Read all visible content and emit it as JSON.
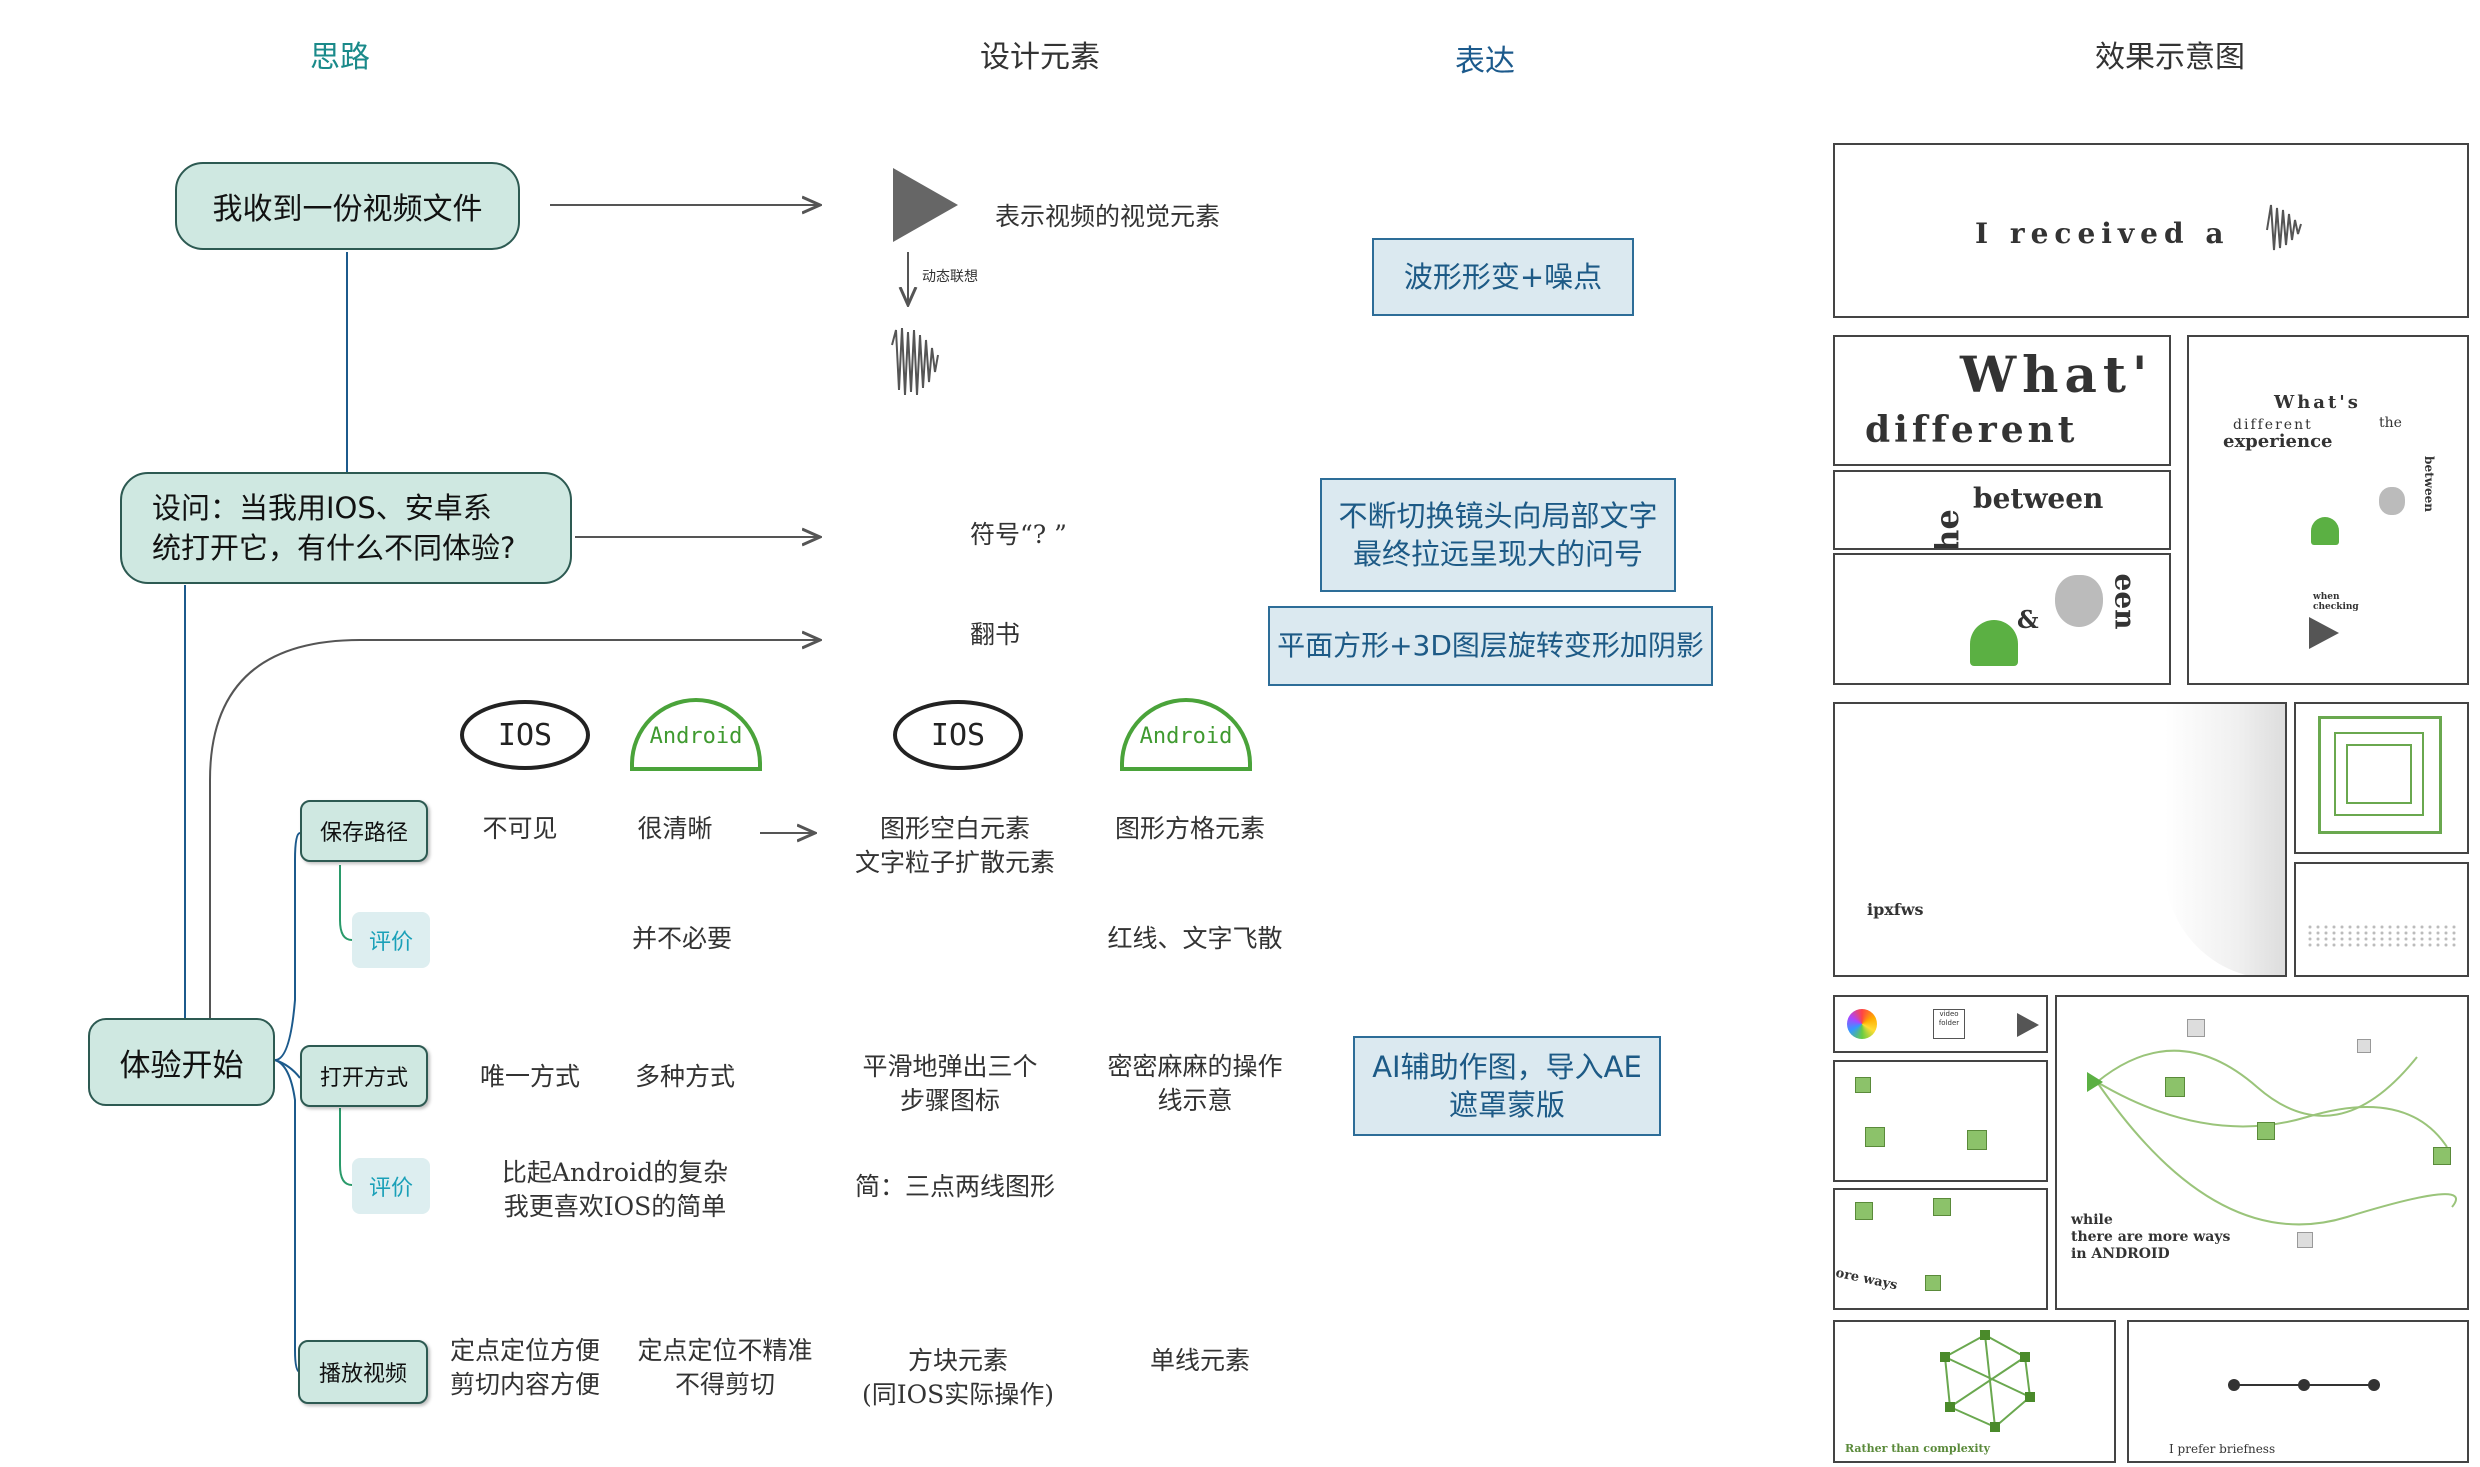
{
  "headers": {
    "silu": "思路",
    "design": "设计元素",
    "express": "表达",
    "effect": "效果示意图"
  },
  "nodes": {
    "received": "我收到一份视频文件",
    "question": "设问：当我用IOS、安卓系\n统打开它，有什么不同体验?",
    "start": "体验开始",
    "save_path": "保存路径",
    "open_way": "打开方式",
    "play": "播放视频",
    "eval1": "评价",
    "eval2": "评价"
  },
  "design": {
    "visual": "表示视频的视觉元素",
    "dynamic": "动态联想",
    "symbol": "符号“? ”",
    "flip": "翻书"
  },
  "labels": {
    "ios": "IOS",
    "android": "Android"
  },
  "grid": {
    "r1_ios": "不可见",
    "r1_android": "很清晰",
    "r1_ios_design": "图形空白元素\n文字粒子扩散元素",
    "r1_android_design": "图形方格元素",
    "r2_android": "并不必要",
    "r2_android_design": "红线、文字飞散",
    "r3_ios": "唯一方式",
    "r3_android": "多种方式",
    "r3_ios_design": "平滑地弹出三个\n步骤图标",
    "r3_android_design": "密密麻麻的操作\n线示意",
    "r4_text": "比起Android的复杂\n我更喜欢IOS的简单",
    "r4_design": "简：三点两线图形",
    "r5_ios": "定点定位方便\n剪切内容方便",
    "r5_android": "定点定位不精准\n不得剪切",
    "r5_ios_design": "方块元素\n(同IOS实际操作)",
    "r5_android_design": "单线元素"
  },
  "express": {
    "e1": "波形形变+噪点",
    "e2": "不断切换镜头向局部文字\n最终拉远呈现大的问号",
    "e3": "平面方形+3D图层旋转变形加阴影",
    "e4": "AI辅助作图，导入AE\n遮罩蒙版"
  },
  "frames": {
    "f1": "I  received  a",
    "f2a": "What'",
    "f2b": "different",
    "f3": "between",
    "f3b": "he",
    "f4": "een",
    "f4amp": "&",
    "f5a": "What's",
    "f5b": "different",
    "f5c": "experience",
    "f5d": "the",
    "f5e": "between",
    "f5f": "when\nchecking",
    "f6": "ipxfws",
    "f7": "video\nfolder",
    "f8": "ore ways",
    "f9": "while\nthere are more ways\nin ANDROID",
    "f10": "Rather than complexity",
    "f11": "I prefer briefness"
  },
  "colors": {
    "node_fill": "#cfe8e1",
    "node_border": "#2d5a52",
    "express_fill": "#dbe9f0",
    "express_border": "#2d6d98",
    "android_green": "#4aa33a",
    "ios_black": "#222222"
  }
}
